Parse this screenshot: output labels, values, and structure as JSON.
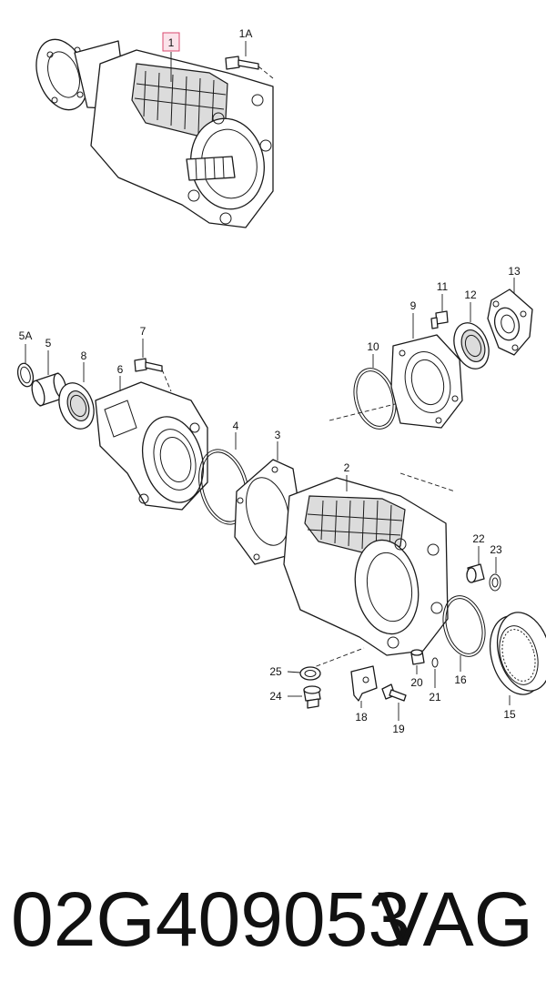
{
  "callouts": {
    "c1": "1",
    "c1A": "1A",
    "c2": "2",
    "c3": "3",
    "c4": "4",
    "c5": "5",
    "c5A": "5A",
    "c6": "6",
    "c7": "7",
    "c8": "8",
    "c9": "9",
    "c10": "10",
    "c11": "11",
    "c12": "12",
    "c13": "13",
    "c15": "15",
    "c16": "16",
    "c18": "18",
    "c19": "19",
    "c20": "20",
    "c21": "21",
    "c22": "22",
    "c23": "23",
    "c24": "24",
    "c25": "25"
  },
  "caption": {
    "part_number": "02G409053",
    "brand": "VAG"
  },
  "colors": {
    "highlight_border": "#d9486f",
    "highlight_fill": "#fbe3ea",
    "line": "#1a1a1a"
  }
}
